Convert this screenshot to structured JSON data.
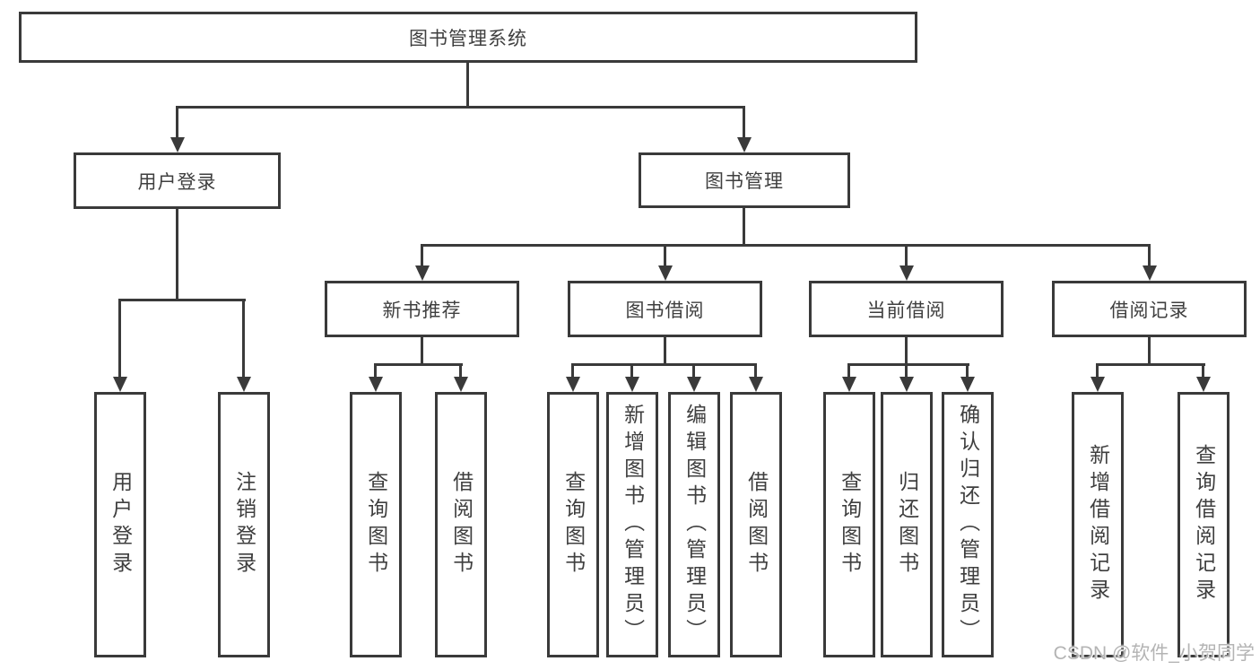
{
  "diagram": {
    "type": "hierarchy-tree",
    "root": "图书管理系统",
    "branches": [
      {
        "label": "用户登录",
        "children": [
          "用户登录",
          "注销登录"
        ]
      },
      {
        "label": "图书管理",
        "sections": [
          {
            "label": "新书推荐",
            "children": [
              "查询图书",
              "借阅图书"
            ]
          },
          {
            "label": "图书借阅",
            "children": [
              "查询图书",
              "新增图书（管理员）",
              "编辑图书（管理员）",
              "借阅图书"
            ]
          },
          {
            "label": "当前借阅",
            "children": [
              "查询图书",
              "归还图书",
              "确认归还（管理员）"
            ]
          },
          {
            "label": "借阅记录",
            "children": [
              "新增借阅记录",
              "查询借阅记录"
            ]
          }
        ]
      }
    ]
  },
  "watermark": "CSDN @软件_小贺同学",
  "colors": {
    "line": "#3a3a3a",
    "text": "#3f3f3f",
    "background": "#ffffff",
    "watermark": "#b4b4b4"
  }
}
